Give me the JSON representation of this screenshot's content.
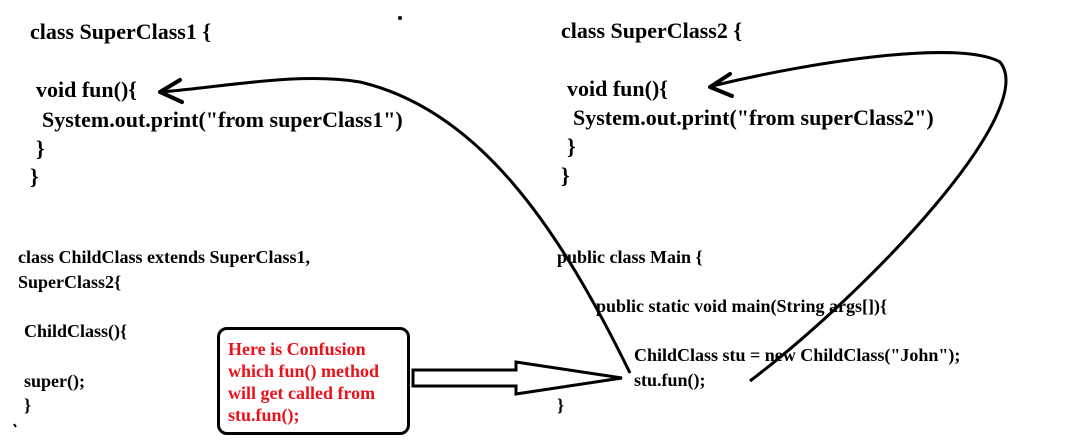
{
  "superclass1": {
    "header": "class SuperClass1 {",
    "method": "void fun(){",
    "body": "System.out.print(\"from superClass1\")",
    "close_method": "}",
    "close_class": "}"
  },
  "superclass2": {
    "header": "class SuperClass2 {",
    "method": "void fun(){",
    "body": "System.out.print(\"from superClass2\")",
    "close_method": "}",
    "close_class": "}"
  },
  "childclass": {
    "header_line1": "class ChildClass extends SuperClass1,",
    "header_line2": "SuperClass2{",
    "constructor": "ChildClass(){",
    "super_call": "super();",
    "close_constructor": "}"
  },
  "main": {
    "header": "public class Main {",
    "method": "public static void main(String args[]){",
    "line1": "ChildClass stu = new ChildClass(\"John\");",
    "line2": "stu.fun();",
    "close": "}"
  },
  "callout": {
    "lines": [
      "Here is Confusion",
      "which fun() method",
      "will get called from",
      "stu.fun();"
    ],
    "text_color": "#e8121b"
  }
}
